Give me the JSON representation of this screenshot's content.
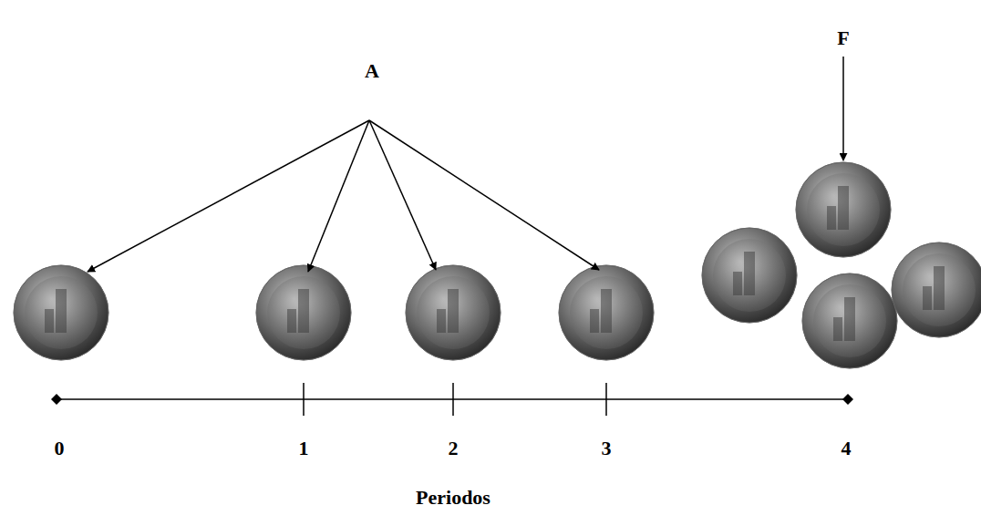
{
  "diagram": {
    "labels": [
      "A",
      "F",
      "0",
      "1",
      "2",
      "3",
      "4",
      "Periodos"
    ]
  }
}
